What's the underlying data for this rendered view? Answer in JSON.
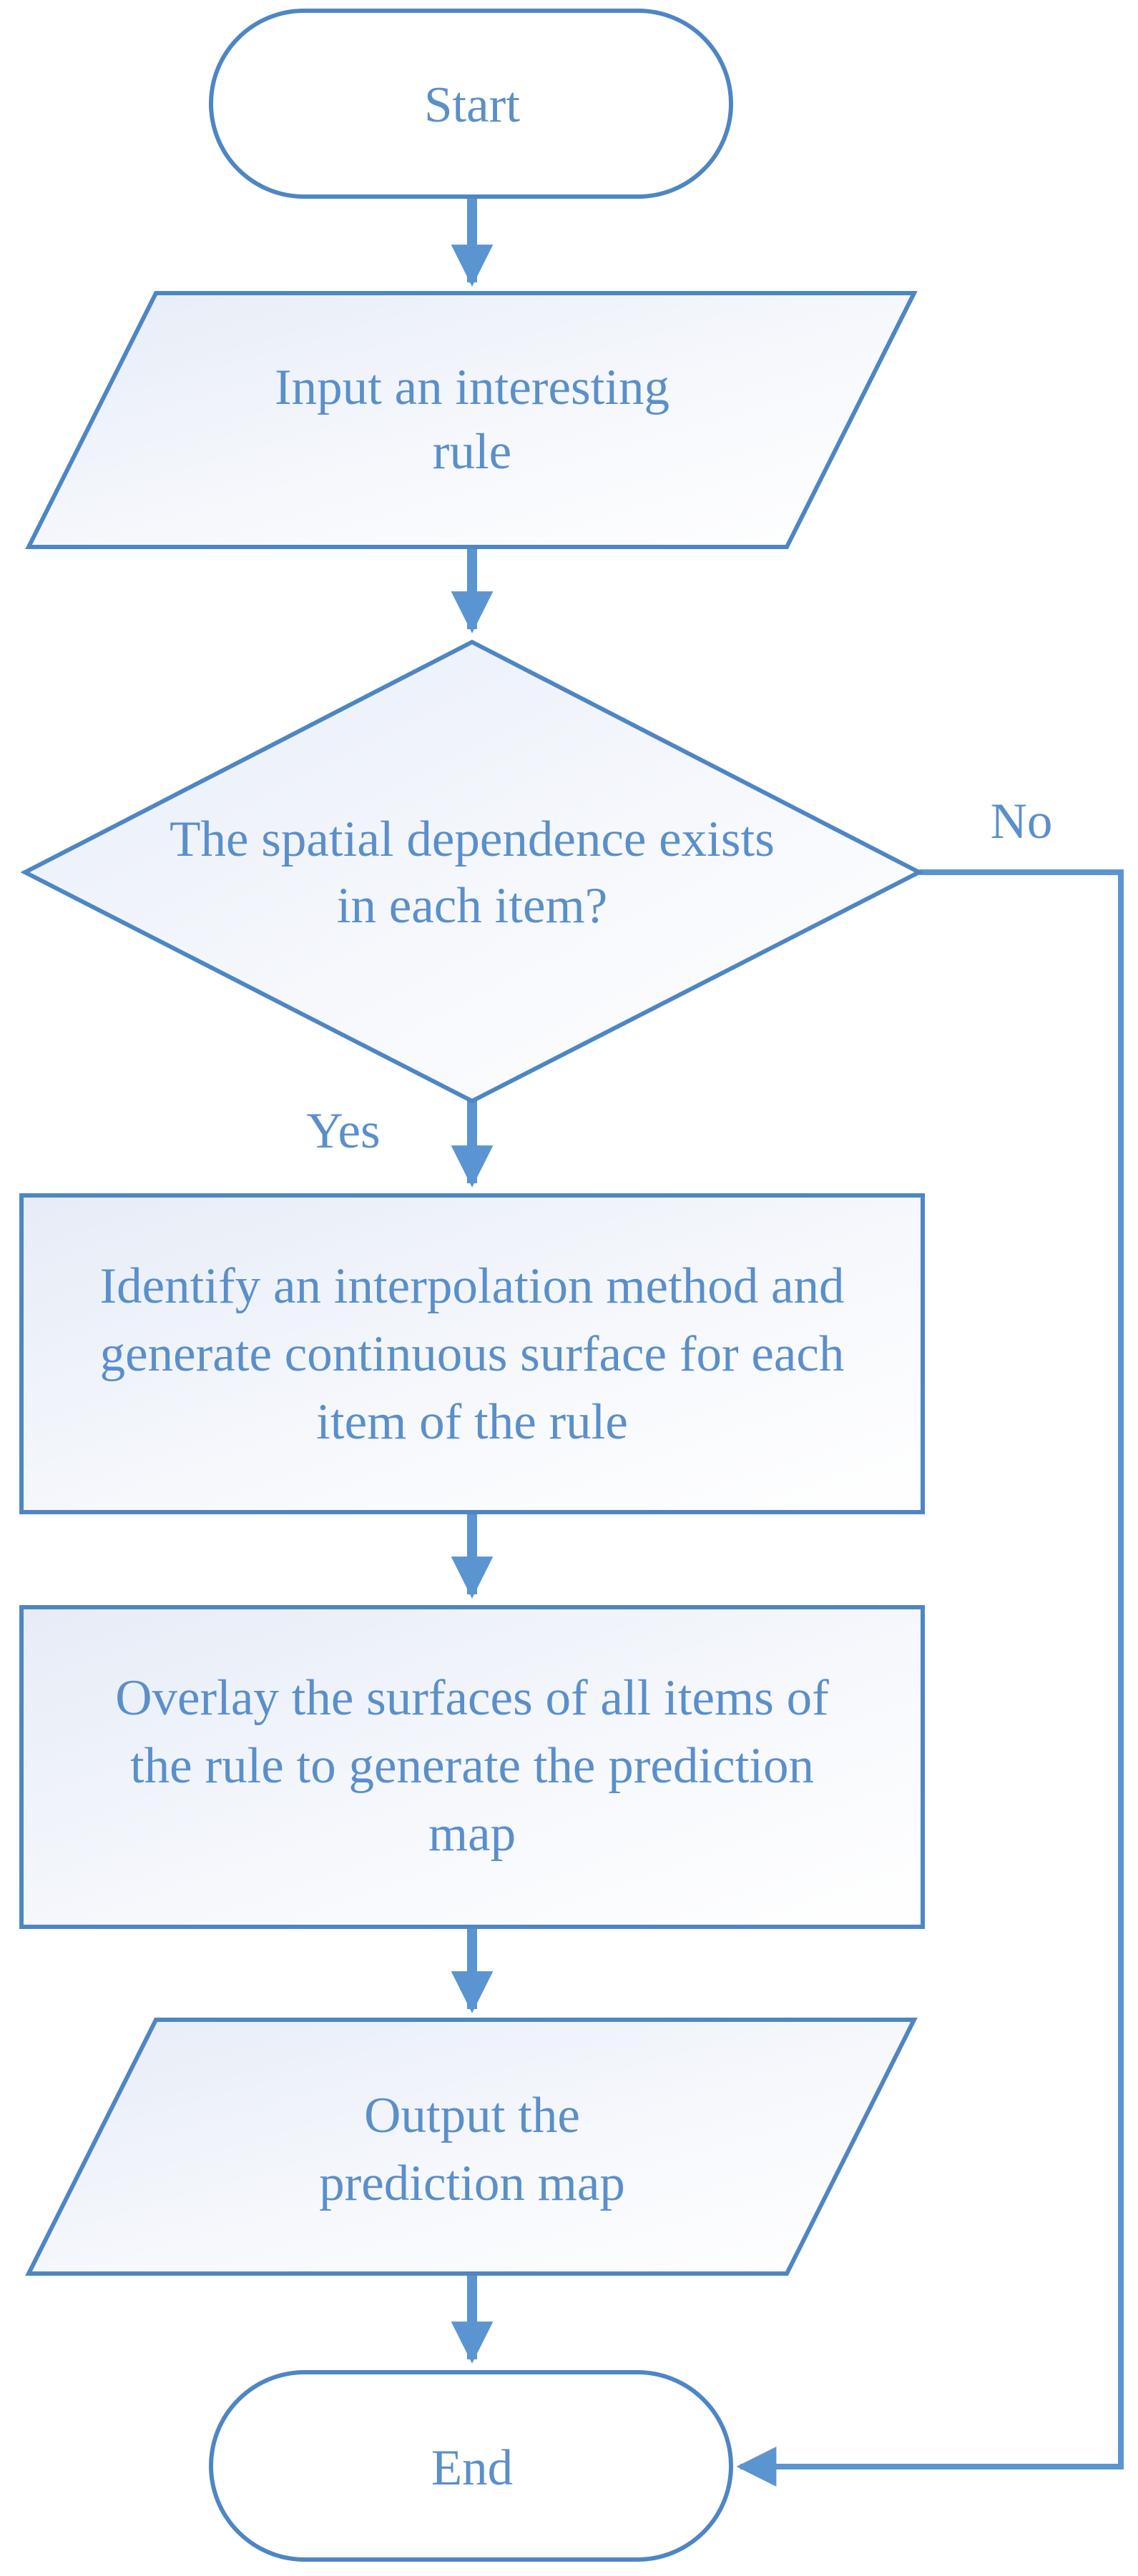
{
  "colors": {
    "stroke": "#4e86c4",
    "text": "#5a8fca",
    "fill_light": "#e9eef8",
    "fill_white": "#ffffff"
  },
  "nodes": {
    "start": {
      "type": "terminator",
      "label": "Start"
    },
    "input": {
      "type": "input-output",
      "lines": [
        "Input an interesting",
        "rule"
      ]
    },
    "decision": {
      "type": "decision",
      "lines": [
        "The spatial dependence exists",
        "in each item?"
      ]
    },
    "interpolate": {
      "type": "process",
      "lines": [
        "Identify an interpolation method and",
        "generate continuous surface for each",
        "item of the rule"
      ]
    },
    "overlay": {
      "type": "process",
      "lines": [
        "Overlay the surfaces of all items of",
        "the rule to generate the prediction",
        "map"
      ]
    },
    "output": {
      "type": "input-output",
      "lines": [
        "Output the",
        "prediction map"
      ]
    },
    "end": {
      "type": "terminator",
      "label": "End"
    }
  },
  "edges": {
    "yes_label": "Yes",
    "no_label": "No"
  }
}
